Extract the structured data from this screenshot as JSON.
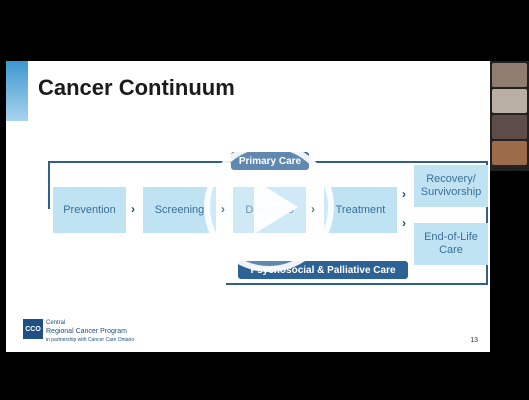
{
  "slide": {
    "title": "Cancer Continuum",
    "page_number": "13",
    "logo": {
      "badge": "CCO",
      "line1": "Central",
      "line2": "Regional Cancer Program",
      "line3": "in partnership with Cancer Care Ontario"
    },
    "stages": [
      "Prevention",
      "Screening",
      "Diagnosis",
      "Treatment"
    ],
    "outcomes": [
      "Recovery/\nSurvivorship",
      "End-of-Life\nCare"
    ],
    "primary_care": "Primary Care",
    "psychosocial": "Psychosocial & Palliative Care"
  },
  "player": {
    "play_icon": "play-icon"
  },
  "webcams": [
    "participant-1",
    "participant-2",
    "participant-3",
    "participant-4"
  ],
  "colors": {
    "box": "#bfe3f3",
    "navy": "#2d6294",
    "accent": "#3d97cf"
  }
}
